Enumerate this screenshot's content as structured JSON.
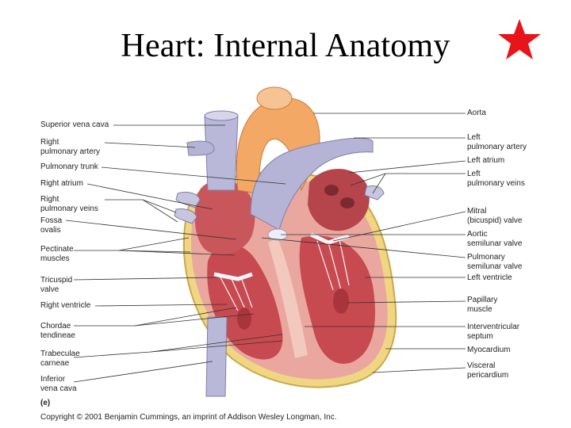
{
  "slide": {
    "title": "Heart: Internal Anatomy",
    "panel_letter": "(e)",
    "copyright": "Copyright © 2001 Benjamin Cummings, an imprint of Addison Wesley Longman, Inc.",
    "star_icon": "star-icon",
    "star_color": "#e8141b"
  },
  "labels_left": [
    "Superior vena cava",
    "Right\npulmonary artery",
    "Pulmonary trunk",
    "Right atrium",
    "Right\npulmonary veins",
    "Fossa\novalis",
    "Pectinate\nmuscles",
    "Tricuspid\nvalve",
    "Right ventricle",
    "Chordae\ntendineae",
    "Trabeculae\ncarneae",
    "Inferior\nvena cava"
  ],
  "labels_right": [
    "Aorta",
    "Left\npulmonary artery",
    "Left atrium",
    "Left\npulmonary veins",
    "Mitral\n(bicuspid) valve",
    "Aortic\nsemilunar valve",
    "Pulmonary\nsemilunar valve",
    "Left ventricle",
    "Papillary\nmuscle",
    "Interventricular\nseptum",
    "Myocardium",
    "Visceral\npericardium"
  ]
}
